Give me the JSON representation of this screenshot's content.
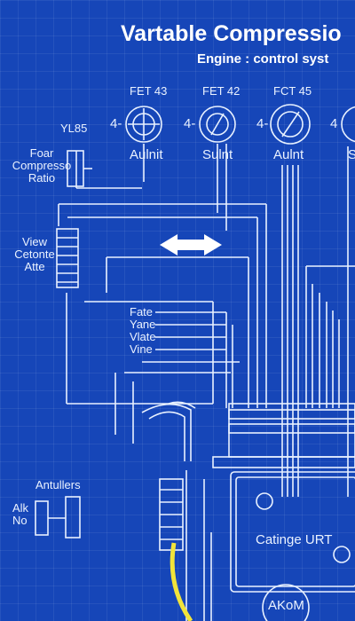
{
  "header": {
    "title": "Vartable Compressio",
    "subtitle": "Engine : control syst"
  },
  "gauges": [
    {
      "code": "FET 43",
      "side": "4-",
      "caption": "Aulnit"
    },
    {
      "code": "FET 42",
      "side": "4-",
      "caption": "Sulnt"
    },
    {
      "code": "FCT 45",
      "side": "4-",
      "caption": "Aulnt"
    },
    {
      "code": "",
      "side": "4",
      "caption": "S"
    }
  ],
  "left_labels": {
    "yl_code": "YL85",
    "ratio_line1": "Foar",
    "ratio_line2": "Compresso",
    "ratio_line3": "Ratio",
    "view_line1": "View",
    "view_line2": "Cetonte",
    "view_line3": "Atte",
    "actuators_title": "Antullers",
    "actuator_line1": "Alk",
    "actuator_line2": "No"
  },
  "signal_labels": [
    "Fate",
    "Yane",
    "Vlate",
    "Vine"
  ],
  "unit_label": "Catinge URT",
  "bottom_label": "AKoM",
  "colors": {
    "background": "#1646b8",
    "line": "#e8f1ff",
    "accent_yellow": "#f2e43a"
  }
}
